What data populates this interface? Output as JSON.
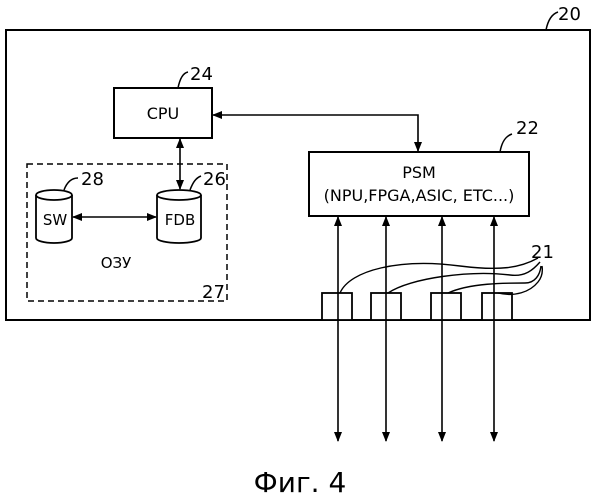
{
  "labels": {
    "device_ref": "20",
    "cpu_ref": "24",
    "psm_ref": "22",
    "ports_ref": "21",
    "sw_ref": "28",
    "fdb_ref": "26",
    "memory_ref": "27"
  },
  "blocks": {
    "cpu": "CPU",
    "psm_line1": "PSM",
    "psm_line2": "(NPU,FPGA,ASIC,  ETC...)",
    "sw": "SW",
    "fdb": "FDB",
    "memory": "ОЗУ"
  },
  "caption": "Фиг. 4"
}
